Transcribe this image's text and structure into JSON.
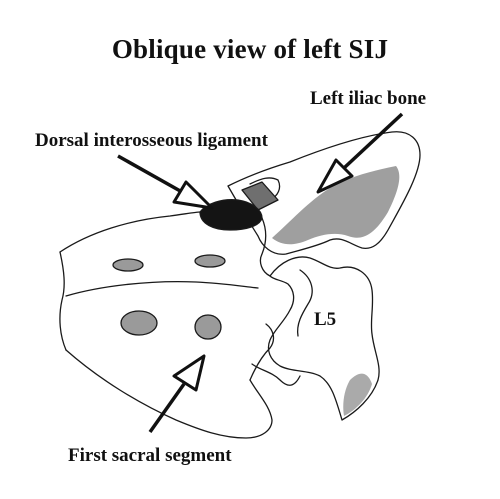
{
  "title": "Oblique view of left SIJ",
  "labels": {
    "iliac_bone": "Left iliac bone",
    "ligament": "Dorsal interosseous ligament",
    "vertebra": "L5",
    "sacral_segment": "First sacral segment"
  },
  "colors": {
    "ink": "#1a1a1a",
    "ligament_fill": "#141414",
    "bone_shading": "#8e8e8e",
    "foramen_fill": "#9a9a9a"
  }
}
